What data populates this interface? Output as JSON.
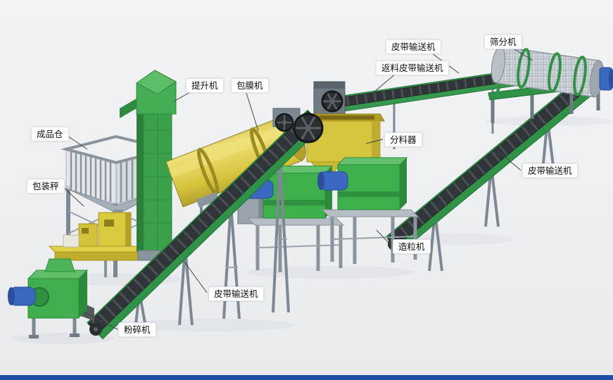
{
  "scene": {
    "background_top": "#f2f3f5",
    "background_bottom": "#e8eaec",
    "footer_bar_color": "#1d4fa6"
  },
  "colors": {
    "machine_green": "#3fae4e",
    "machine_green_dark": "#2c8a3a",
    "conveyor_frame_green": "#2f9247",
    "belt_dark": "#33383b",
    "drum_yellow": "#d6c33c",
    "drum_yellow_highlight": "#efe27a",
    "steel_gray": "#8a949d",
    "motor_blue": "#3a67c0"
  },
  "labels": [
    {
      "id": "hoist",
      "text": "提升机"
    },
    {
      "id": "coating-machine",
      "text": "包膜机"
    },
    {
      "id": "belt-conveyor-top",
      "text": "皮带输送机"
    },
    {
      "id": "screening-machine",
      "text": "筛分机"
    },
    {
      "id": "return-belt-conveyor",
      "text": "返料皮带输送机"
    },
    {
      "id": "distributor",
      "text": "分料器"
    },
    {
      "id": "belt-conveyor-right",
      "text": "皮带输送机"
    },
    {
      "id": "finished-product-bin",
      "text": "成品仓"
    },
    {
      "id": "packing-scale",
      "text": "包装秤"
    },
    {
      "id": "granulator",
      "text": "造粒机"
    },
    {
      "id": "belt-conveyor-main",
      "text": "皮带输送机"
    },
    {
      "id": "crusher",
      "text": "粉碎机"
    }
  ]
}
